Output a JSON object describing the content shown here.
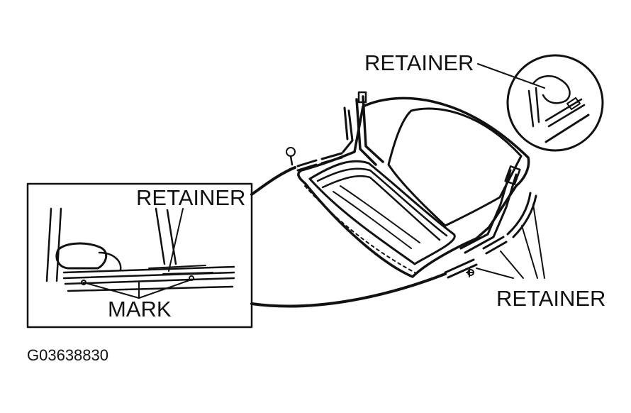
{
  "labels": {
    "retainer_top": "RETAINER",
    "retainer_inset": "RETAINER",
    "retainer_right": "RETAINER",
    "mark": "MARK"
  },
  "figure_code": "G03638830"
}
